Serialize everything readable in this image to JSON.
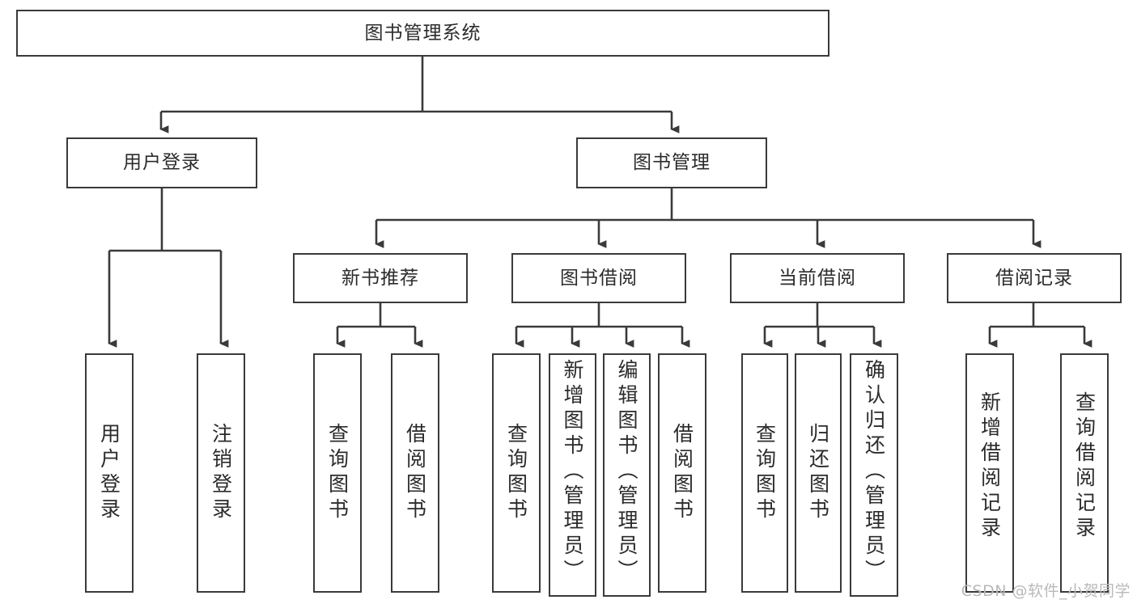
{
  "diagram": {
    "title": "图书管理系统",
    "type": "tree-hierarchy-diagram",
    "watermark": "CSDN @软件_小贺同学",
    "colors": {
      "box_border": "#3a3a3a",
      "box_fill": "#ffffff",
      "connector": "#3a3a3a",
      "text": "#2b2b2b",
      "watermark": "#b9b9b9",
      "background": "#ffffff"
    },
    "root": {
      "label": "图书管理系统"
    },
    "level2": [
      {
        "label": "用户登录"
      },
      {
        "label": "图书管理"
      }
    ],
    "level3": [
      {
        "label": "新书推荐"
      },
      {
        "label": "图书借阅"
      },
      {
        "label": "当前借阅"
      },
      {
        "label": "借阅记录"
      }
    ],
    "leaves": {
      "user_login": [
        {
          "label": "用户登录"
        },
        {
          "label": "注销登录"
        }
      ],
      "new_book_recommend": [
        {
          "label": "查询图书"
        },
        {
          "label": "借阅图书"
        }
      ],
      "book_borrow": [
        {
          "label": "查询图书"
        },
        {
          "label": "新增图书（管理员）"
        },
        {
          "label": "编辑图书（管理员）"
        },
        {
          "label": "借阅图书"
        }
      ],
      "current_borrow": [
        {
          "label": "查询图书"
        },
        {
          "label": "归还图书"
        },
        {
          "label": "确认归还（管理员）"
        }
      ],
      "borrow_record": [
        {
          "label": "新增借阅记录"
        },
        {
          "label": "查询借阅记录"
        }
      ]
    }
  }
}
